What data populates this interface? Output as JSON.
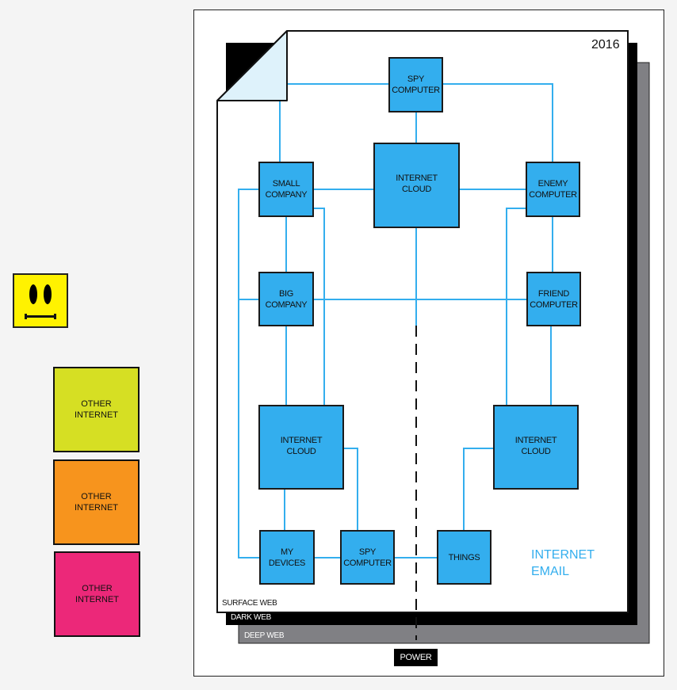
{
  "diagram": {
    "year": "2016",
    "legend": [
      "INTERNET",
      "EMAIL"
    ],
    "layers": {
      "surface": "SURFACE WEB",
      "dark": "DARK WEB",
      "deep": "DEEP WEB"
    },
    "power_label": "POWER",
    "nodes": {
      "spy_top": [
        "SPY",
        "COMPUTER"
      ],
      "small_company": [
        "SMALL",
        "COMPANY"
      ],
      "internet_cloud_center": [
        "INTERNET",
        "CLOUD"
      ],
      "enemy_computer": [
        "ENEMY",
        "COMPUTER"
      ],
      "big_company": [
        "BIG",
        "COMPANY"
      ],
      "friend_computer": [
        "FRIEND",
        "COMPUTER"
      ],
      "internet_cloud_left": [
        "INTERNET",
        "CLOUD"
      ],
      "internet_cloud_right": [
        "INTERNET",
        "CLOUD"
      ],
      "my_devices": [
        "MY",
        "DEVICES"
      ],
      "spy_bottom": [
        "SPY",
        "COMPUTER"
      ],
      "things": [
        "THINGS"
      ]
    },
    "edges": [
      [
        "spy_top",
        "small_company"
      ],
      [
        "spy_top",
        "enemy_computer"
      ],
      [
        "spy_top",
        "internet_cloud_center"
      ],
      [
        "small_company",
        "internet_cloud_center"
      ],
      [
        "internet_cloud_center",
        "enemy_computer"
      ],
      [
        "small_company",
        "big_company"
      ],
      [
        "small_company",
        "internet_cloud_left"
      ],
      [
        "small_company",
        "my_devices"
      ],
      [
        "big_company",
        "friend_computer"
      ],
      [
        "big_company",
        "internet_cloud_left"
      ],
      [
        "enemy_computer",
        "friend_computer"
      ],
      [
        "enemy_computer",
        "internet_cloud_right"
      ],
      [
        "friend_computer",
        "internet_cloud_right"
      ],
      [
        "internet_cloud_left",
        "my_devices"
      ],
      [
        "internet_cloud_left",
        "spy_bottom"
      ],
      [
        "my_devices",
        "spy_bottom"
      ],
      [
        "spy_bottom",
        "things"
      ],
      [
        "internet_cloud_right",
        "things"
      ],
      [
        "internet_cloud_center",
        "power"
      ]
    ],
    "colors": {
      "node": "#33aeee",
      "line": "#33aeee",
      "fold": "#def2fb",
      "dark_web": "#000000",
      "deep_web": "#808084"
    }
  },
  "sidebar": {
    "smiley": "neutral-face",
    "other_internets": [
      {
        "label": [
          "OTHER",
          "INTERNET"
        ],
        "color": "#d6df23"
      },
      {
        "label": [
          "OTHER",
          "INTERNET"
        ],
        "color": "#f7941d"
      },
      {
        "label": [
          "OTHER",
          "INTERNET"
        ],
        "color": "#ec2879"
      }
    ]
  }
}
